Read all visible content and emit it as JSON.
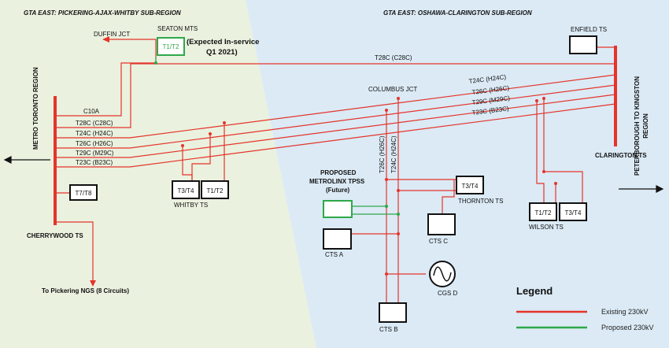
{
  "regions": {
    "west": "GTA EAST: PICKERING-AJAX-WHITBY SUB-REGION",
    "east": "GTA EAST: OSHAWA-CLARINGTON SUB-REGION"
  },
  "side_labels": {
    "metro_toronto": "METRO TORONTO REGION",
    "peterborough": "PETERBOROUGH TO KINGSTON REGION"
  },
  "stations": {
    "duffin_jct": "DUFFIN JCT",
    "seaton_mts": "SEATON MTS",
    "seaton_tx": "T1/T2",
    "seaton_note_1": "(Expected In-service",
    "seaton_note_2": "Q1 2021)",
    "cherrywood": "CHERRYWOOD TS",
    "cherrywood_tx": "T7/T8",
    "whitby": "WHITBY TS",
    "whitby_t3t4": "T3/T4",
    "whitby_t1t2": "T1/T2",
    "pickering": "To Pickering NGS (8 Circuits)",
    "columbus_jct": "COLUMBUS JCT",
    "metrolinx_1": "PROPOSED",
    "metrolinx_2": "METROLINX TPSS",
    "metrolinx_3": "(Future)",
    "thornton": "THORNTON TS",
    "thornton_tx": "T3/T4",
    "cts_a": "CTS A",
    "cts_b": "CTS B",
    "cts_c": "CTS C",
    "cgs_d": "CGS D",
    "enfield": "ENFIELD TS",
    "clarington": "CLARINGTON TS",
    "wilson": "WILSON TS",
    "wilson_t1t2": "T1/T2",
    "wilson_t3t4": "T3/T4"
  },
  "circuits": {
    "c10a": "C10A",
    "t28c_left": "T28C (C28C)",
    "t24c_left": "T24C (H24C)",
    "t26c_left": "T26C (H26C)",
    "t29c_left": "T29C (M29C)",
    "t23c_left": "T23C (B23C)",
    "t28c_top": "T28C (C28C)",
    "t24c_right": "T24C (H24C)",
    "t26c_right": "T26C (H26C)",
    "t29c_right": "T29C (M29C)",
    "t23c_right": "T23C (B23C)",
    "t26c_vert": "T26C (H26C)",
    "t24c_vert": "T24C (H24C)"
  },
  "legend": {
    "title": "Legend",
    "existing": "Existing 230kV",
    "proposed": "Proposed 230kV"
  },
  "colors": {
    "existing": "#e5342a",
    "proposed": "#2ea84a",
    "west_bg": "#eaf1df",
    "east_bg": "#dbeaf5"
  }
}
